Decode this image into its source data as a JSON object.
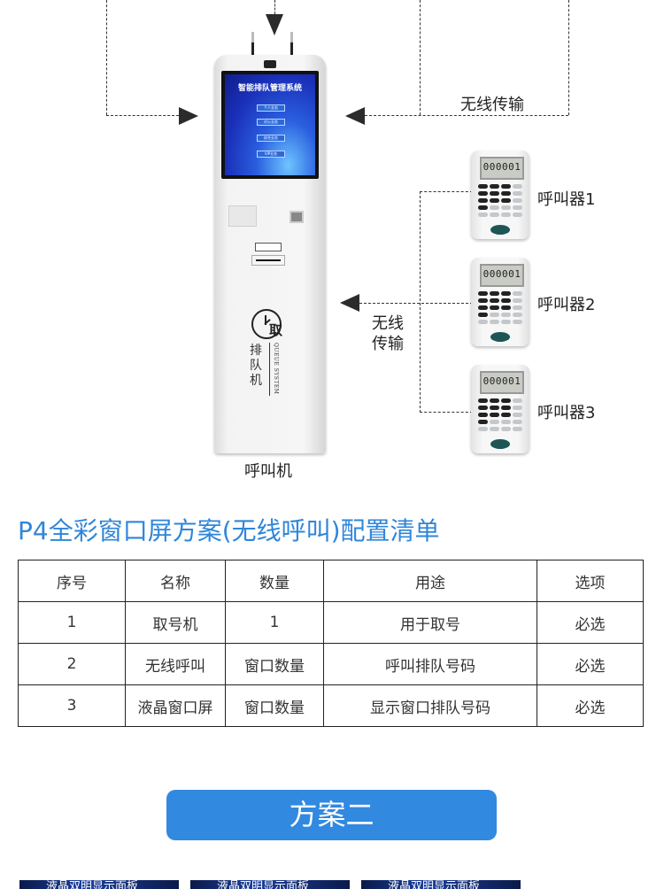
{
  "diagram": {
    "kiosk": {
      "caption": "呼叫机",
      "screen_title": "智能排队管理系统",
      "screen_buttons": [
        "个人业务",
        "对公业务",
        "综合业务",
        "VIP业务"
      ],
      "logo_char": "取",
      "logo_vertical": "排队机",
      "logo_english": "QUEUE SYSTEM"
    },
    "top_wireless_label": "无线传输",
    "mid_wireless_label_line1": "无线",
    "mid_wireless_label_line2": "传输",
    "pagers": [
      {
        "label": "呼叫器1",
        "display": "000001"
      },
      {
        "label": "呼叫器2",
        "display": "000001"
      },
      {
        "label": "呼叫器3",
        "display": "000001"
      }
    ]
  },
  "config": {
    "title": "P4全彩窗口屏方案(无线呼叫)配置清单",
    "headers": [
      "序号",
      "名称",
      "数量",
      "用途",
      "选项"
    ],
    "rows": [
      [
        "1",
        "取号机",
        "1",
        "用于取号",
        "必选"
      ],
      [
        "2",
        "无线呼叫",
        "窗口数量",
        "呼叫排队号码",
        "必选"
      ],
      [
        "3",
        "液晶窗口屏",
        "窗口数量",
        "显示窗口排队号码",
        "必选"
      ]
    ]
  },
  "scheme_two": {
    "label": "方案二",
    "thumbnail_text": "液晶双明显示面板"
  },
  "colors": {
    "accent": "#3189e0",
    "title": "#2f86d9"
  }
}
